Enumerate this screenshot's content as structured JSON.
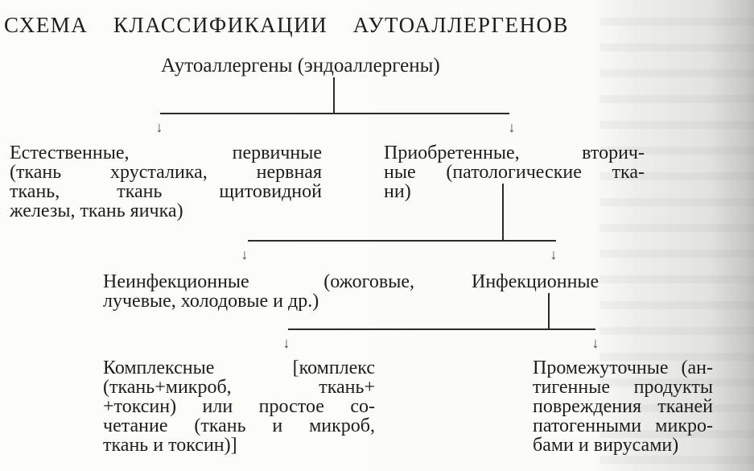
{
  "title": "СХЕМА КЛАССИФИКАЦИИ АУТОАЛЛЕРГЕНОВ",
  "root": "Аутоаллергены (эндоаллергены)",
  "natural": [
    "Естественные, первичные",
    "(ткань хрусталика, нервная",
    "ткань, ткань щитовидной",
    "железы, ткань яичка)"
  ],
  "acquired": [
    "Приобретенные, вторич-",
    "ные (патологические тка-",
    "ни)"
  ],
  "noninfectious": [
    "Неинфекционные (ожоговые,",
    "лучевые, холодовые и др.)"
  ],
  "infectious": "Инфекционные",
  "complex": [
    "Комплексные [комплекс",
    "(ткань+микроб, ткань+",
    "+токсин) или простое со-",
    "четание (ткань и микроб,",
    "ткань и токсин)]"
  ],
  "intermediate": [
    "Промежуточные (ан-",
    "тигенные продукты",
    "повреждения тканей",
    "патогенными микро-",
    "бами и вирусами)"
  ],
  "arrow_glyph": "↓"
}
